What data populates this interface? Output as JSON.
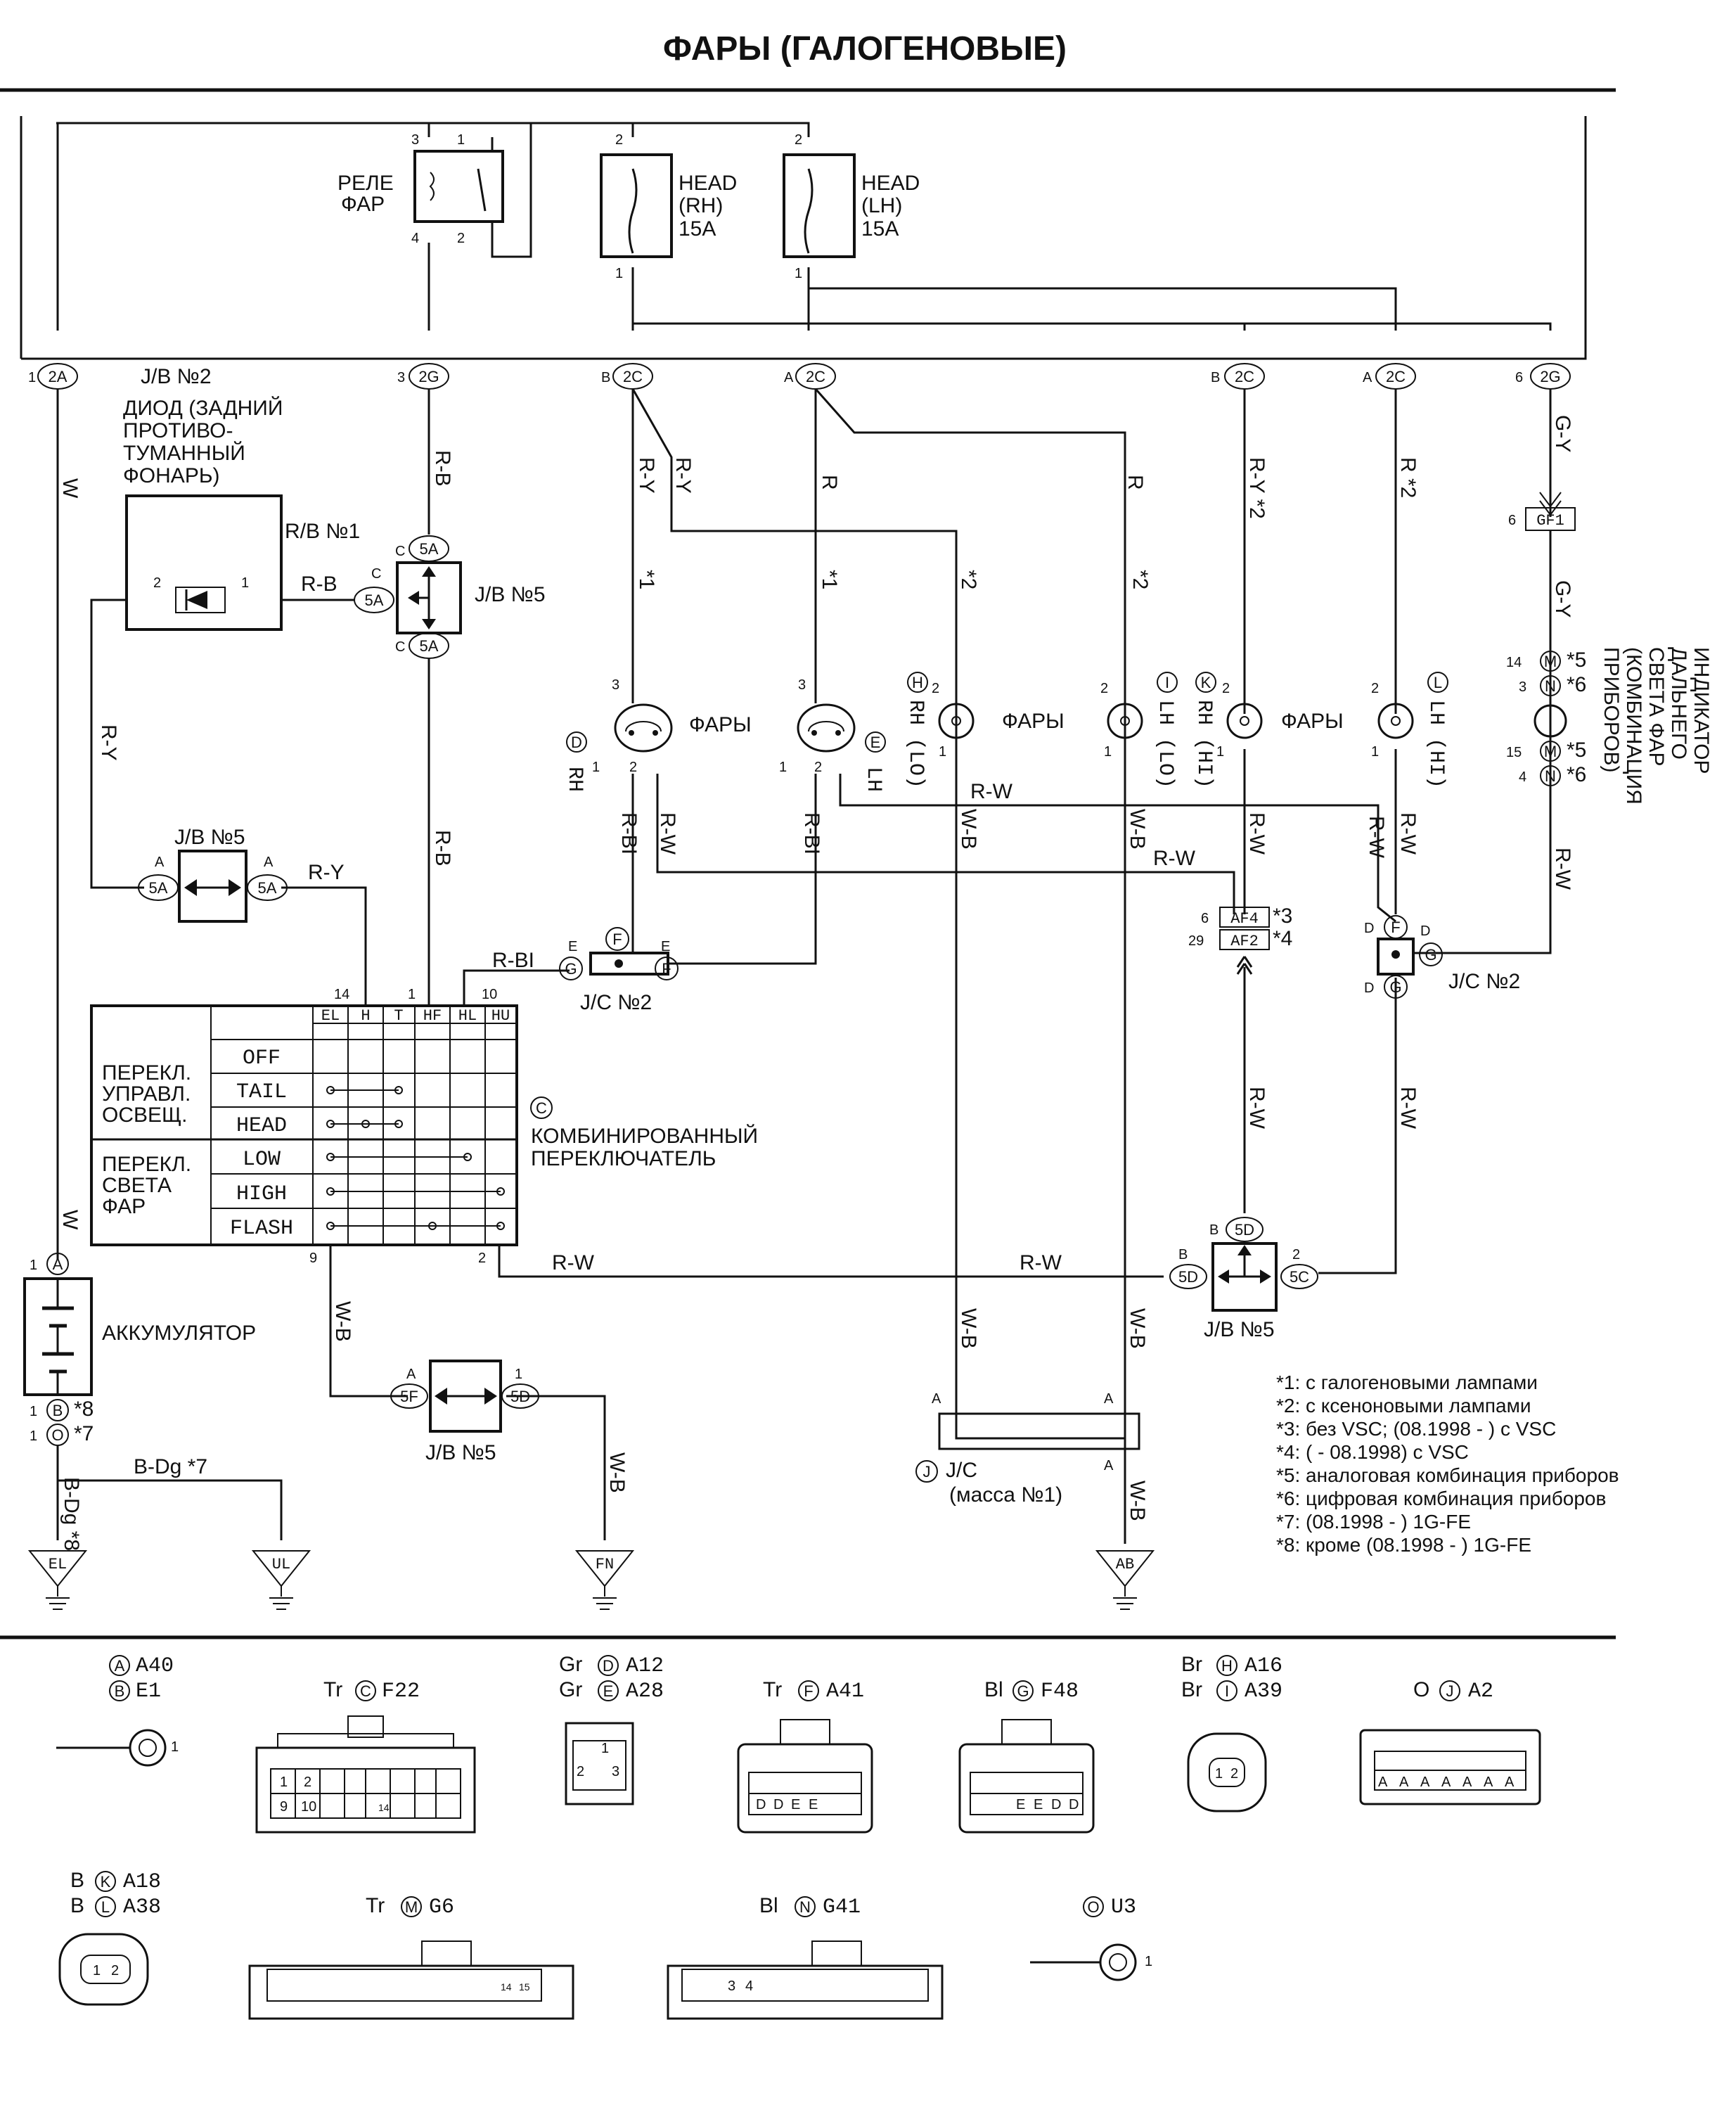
{
  "title": "ФАРЫ (ГАЛОГЕНОВЫЕ)",
  "relay": {
    "label_line1": "РЕЛЕ",
    "label_line2": "ФАР",
    "pins": [
      "3",
      "1",
      "4",
      "2"
    ]
  },
  "fuses": [
    {
      "name": "HEAD",
      "side": "(RH)",
      "rating": "15A",
      "pin_top": "2",
      "pin_bottom": "1"
    },
    {
      "name": "HEAD",
      "side": "(LH)",
      "rating": "15A",
      "pin_top": "2",
      "pin_bottom": "1"
    }
  ],
  "jb_bus": {
    "label": "J/B №2",
    "connectors": [
      {
        "pin": "1",
        "conn": "2A"
      },
      {
        "pin": "3",
        "conn": "2G"
      },
      {
        "pin": "B",
        "conn": "2C"
      },
      {
        "pin": "A",
        "conn": "2C"
      },
      {
        "pin": "B",
        "conn": "2C"
      },
      {
        "pin": "A",
        "conn": "2C"
      },
      {
        "pin": "6",
        "conn": "2G"
      }
    ]
  },
  "wires": {
    "w": "W",
    "rb": "R-B",
    "ry": "R-Y",
    "r": "R",
    "rw": "R-W",
    "rbl": "R-BI",
    "wb": "W-B",
    "gy": "G-Y",
    "bdg": "B-Dg *7",
    "bdg8": "B-Dg *8",
    "r1": "*1",
    "r2": "*2",
    "ry2": "R-Y *2",
    "r_2": "R *2"
  },
  "diode": {
    "label": [
      "ДИОД (ЗАДНИЙ",
      "ПРОТИВО-",
      "ТУМАННЫЙ",
      "ФОНАРЬ)"
    ],
    "rb1": "R/B №1",
    "pin2": "2",
    "pin1": "1"
  },
  "jb5": {
    "label": "J/B №5",
    "c": "C",
    "conn": "5A",
    "a": "A"
  },
  "headlamps": {
    "label": "ФАРЫ",
    "d": "RH",
    "e": "LH",
    "h": "RH (LO)",
    "i": "LH (LO)",
    "k": "RH (HI)",
    "l": "LH (HI)"
  },
  "indicator": {
    "label": [
      "ИНДИКАТОР",
      "ДАЛЬНЕГО",
      "СВЕТА ФАР",
      "(КОМБИНАЦИЯ",
      "ПРИБОРОВ)"
    ],
    "gf1": "GF1",
    "pins": [
      "14",
      "3",
      "15",
      "4"
    ],
    "m5": "*5",
    "n6": "*6"
  },
  "connectors": {
    "af4": "AF4",
    "af2": "AF2",
    "af4pin": "6",
    "af2pin": "29",
    "s3": "*3",
    "s4": "*4"
  },
  "jc2": {
    "label": "J/C №2",
    "e": "E",
    "d": "D",
    "g": "G",
    "f": "F"
  },
  "switch": {
    "label_c": "C",
    "label": [
      "КОМБИНИРОВАННЫЙ",
      "ПЕРЕКЛЮЧАТЕЛЬ"
    ],
    "headers": [
      "EL",
      "H",
      "T",
      "HF",
      "HL",
      "HU"
    ],
    "pins_top": [
      "14",
      "1",
      "10"
    ],
    "pins_bottom": [
      "9",
      "2"
    ],
    "group1": [
      "ПЕРЕКЛ.",
      "УПРАВЛ.",
      "ОСВЕЩ."
    ],
    "group2": [
      "ПЕРЕКЛ.",
      "СВЕТА",
      "ФАР"
    ],
    "rows": [
      "OFF",
      "TAIL",
      "HEAD",
      "LOW",
      "HIGH",
      "FLASH"
    ]
  },
  "battery": {
    "label": "АККУМУЛЯТОР",
    "a": "A",
    "b": "B",
    "o": "O",
    "pin1": "1",
    "s8": "*8",
    "s7": "*7"
  },
  "grounds": [
    "EL",
    "UL",
    "FN",
    "AB"
  ],
  "jc_ground": {
    "label": "J/C",
    "sub": "(масса №1)",
    "a": "A",
    "j": "J"
  },
  "notes": [
    "*1: с галогеновыми лампами",
    "*2: с ксеноновыми лампами",
    "*3: без VSC; (08.1998 - ) с VSC",
    "*4: ( - 08.1998) с VSC",
    "*5: аналоговая комбинация приборов",
    "*6: цифровая комбинация приборов",
    "*7: (08.1998 - ) 1G-FE",
    "*8: кроме (08.1998 - ) 1G-FE"
  ],
  "legend": [
    {
      "color": "",
      "letter": "A",
      "part": "A40"
    },
    {
      "color": "",
      "letter": "B",
      "part": "E1"
    },
    {
      "color": "Tr",
      "letter": "C",
      "part": "F22"
    },
    {
      "color": "Gr",
      "letter": "D",
      "part": "A12"
    },
    {
      "color": "Gr",
      "letter": "E",
      "part": "A28"
    },
    {
      "color": "Tr",
      "letter": "F",
      "part": "A41"
    },
    {
      "color": "Bl",
      "letter": "G",
      "part": "F48"
    },
    {
      "color": "Br",
      "letter": "H",
      "part": "A16"
    },
    {
      "color": "Br",
      "letter": "I",
      "part": "A39"
    },
    {
      "color": "O",
      "letter": "J",
      "part": "A2"
    },
    {
      "color": "B",
      "letter": "K",
      "part": "A18"
    },
    {
      "color": "B",
      "letter": "L",
      "part": "A38"
    },
    {
      "color": "Tr",
      "letter": "M",
      "part": "G6"
    },
    {
      "color": "Bl",
      "letter": "N",
      "part": "G41"
    },
    {
      "color": "",
      "letter": "O",
      "part": "U3"
    }
  ],
  "pins_legend": {
    "one": "1",
    "two": "2",
    "three": "3",
    "four": "4",
    "nine": "9",
    "ten": "10",
    "fourteen": "14",
    "fifteen": "15",
    "d": "D",
    "e": "E",
    "a": "A"
  }
}
